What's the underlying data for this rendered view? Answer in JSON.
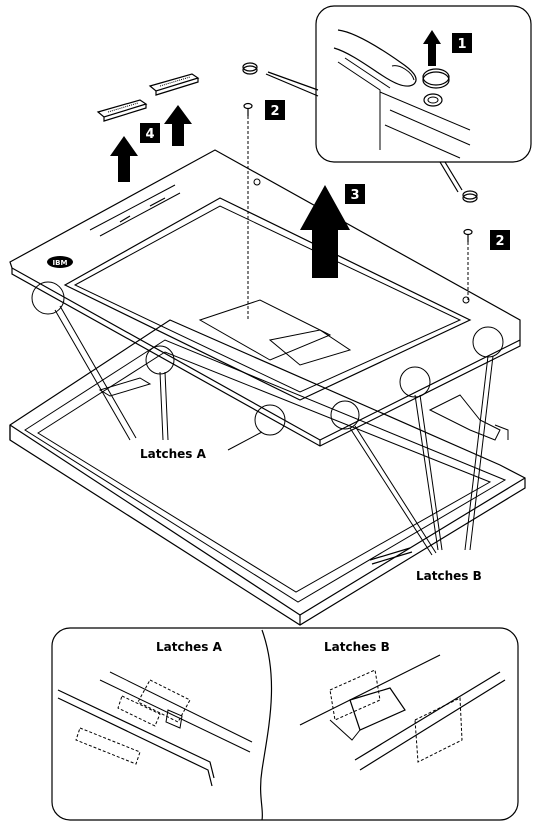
{
  "steps": {
    "s1": "1",
    "s2a": "2",
    "s2b": "2",
    "s3": "3",
    "s4": "4"
  },
  "labels": {
    "latches_a": "Latches A",
    "latches_b": "Latches B"
  },
  "detail": {
    "latches_a": "Latches A",
    "latches_b": "Latches B"
  },
  "logo": "IBM"
}
